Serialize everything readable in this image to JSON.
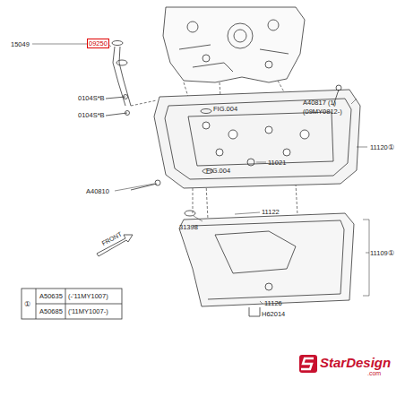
{
  "diagram": {
    "labels": [
      "15049",
      "09250",
      "0104S*B",
      "0104S*B",
      "FIG.004",
      "A40817 (1)",
      "(09MY0812-)",
      "FIG.004",
      "11120①",
      "11021",
      "A40810",
      "31398",
      "11122",
      "11109①",
      "FRONT",
      "11126",
      "H62014",
      "①",
      "A50635",
      "(-'11MY1007)",
      "A50685",
      "('11MY1007-)",
      "StarDesign",
      ".com"
    ]
  }
}
